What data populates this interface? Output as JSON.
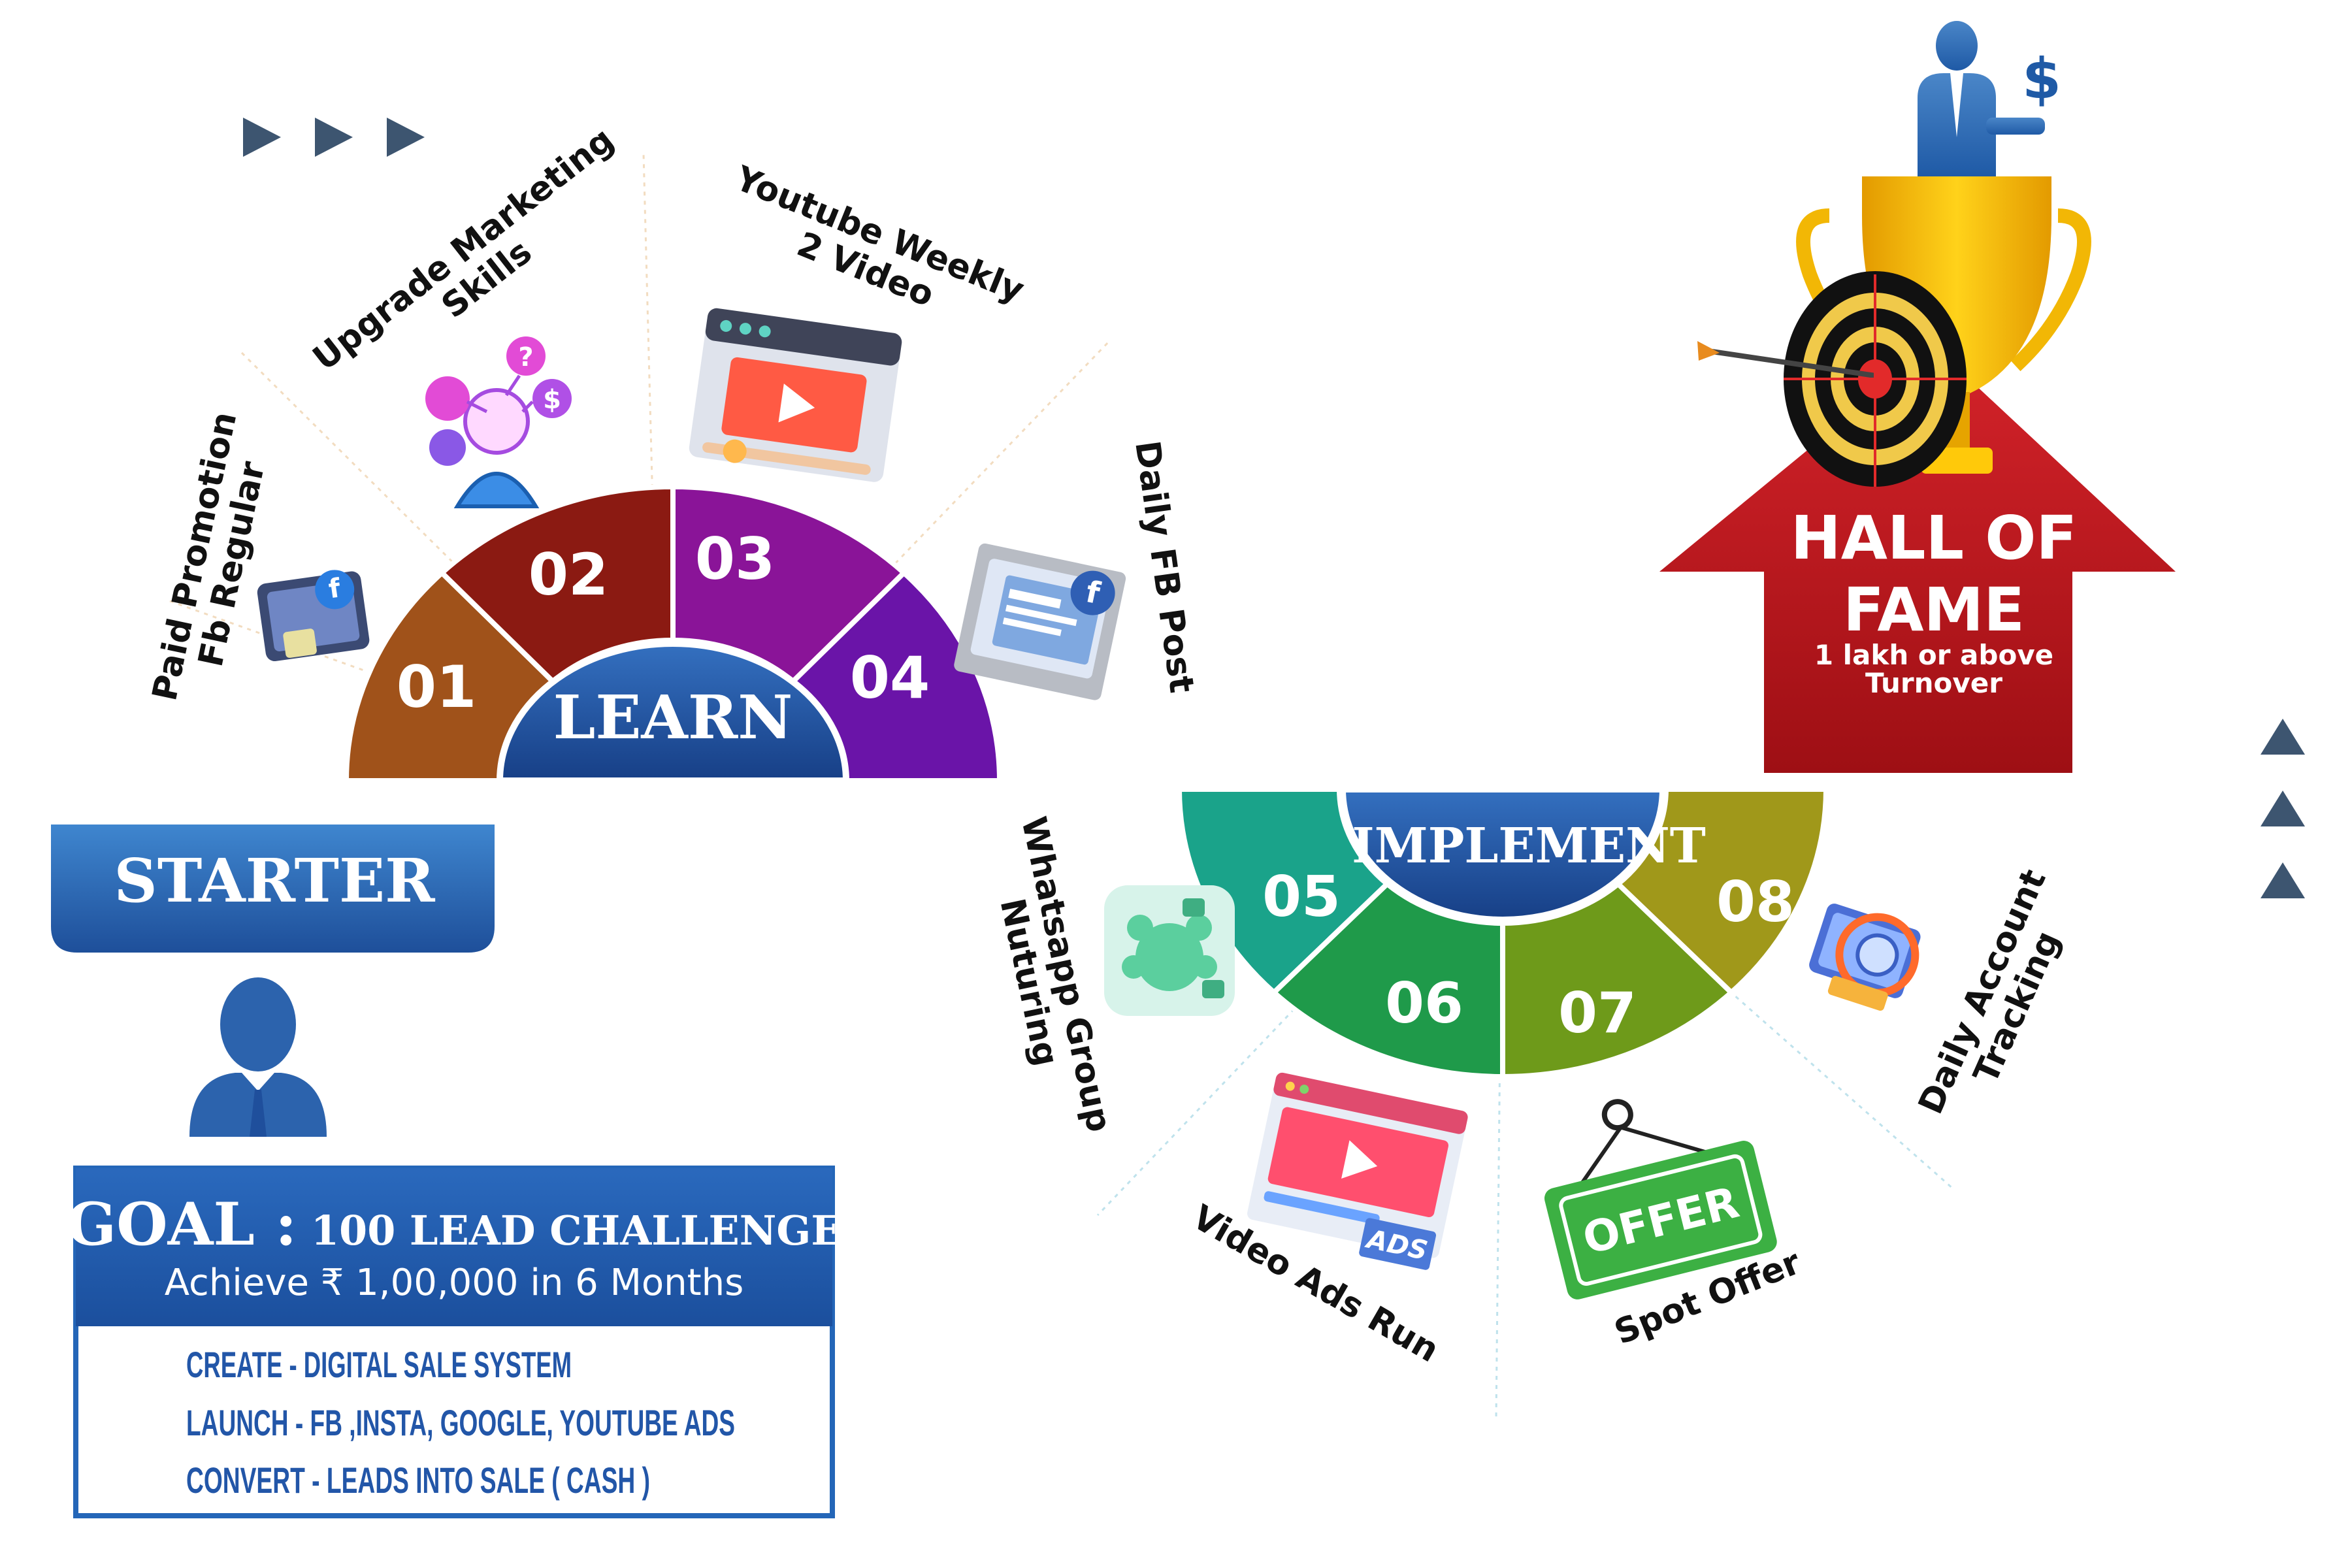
{
  "starter": {
    "label": "STARTER"
  },
  "goal": {
    "title_prefix": "GOAL :",
    "title": "100 LEAD CHALLENGE",
    "subtitle": "Achieve ₹ 1,00,000 in 6 Months",
    "items": [
      "CREATE - DIGITAL SALE SYSTEM",
      "LAUNCH - FB ,INSTA, GOOGLE, YOUTUBE ADS",
      "CONVERT - LEADS INTO SALE ( CASH )"
    ]
  },
  "learn": {
    "label": "LEARN",
    "steps": [
      {
        "num": "01",
        "label_line1": "Paid Promotion",
        "label_line2": "Fb Regular",
        "color": "#a0521a"
      },
      {
        "num": "02",
        "label_line1": "Upgrade Marketing",
        "label_line2": "Skills",
        "color": "#8b1a12"
      },
      {
        "num": "03",
        "label_line1": "Youtube Weekly",
        "label_line2": "2 Video",
        "color": "#8a1498"
      },
      {
        "num": "04",
        "label_line1": "Daily FB Post",
        "label_line2": "",
        "color": "#6a14a8"
      }
    ]
  },
  "implement": {
    "label": "IMPLEMENT",
    "steps": [
      {
        "num": "05",
        "label_line1": "Whatsapp Group",
        "label_line2": "Nuturing",
        "color": "#1aa38a"
      },
      {
        "num": "06",
        "label_line1": "Video Ads Run",
        "label_line2": "",
        "color": "#1f9a4a"
      },
      {
        "num": "07",
        "label_line1": "Spot Offer",
        "label_line2": "",
        "color": "#6e9a1a"
      },
      {
        "num": "08",
        "label_line1": "Daily Account",
        "label_line2": "Tracking",
        "color": "#a0981a"
      }
    ]
  },
  "hall_of_fame": {
    "title_line1": "HALL OF",
    "title_line2": "FAME",
    "sub_line1": "1 lakh or above",
    "sub_line2": "Turnover"
  },
  "icons": {
    "offer_sign": "OFFER",
    "ads_tag": "ADS",
    "fb_letter": "f",
    "dollar": "$"
  },
  "colors": {
    "navy": "#1f4f9c",
    "blue": "#2563b0",
    "text_blue": "#1a4fa0",
    "red": "#c4161c",
    "gold": "#f2b705",
    "chevron": "#3d5570"
  }
}
